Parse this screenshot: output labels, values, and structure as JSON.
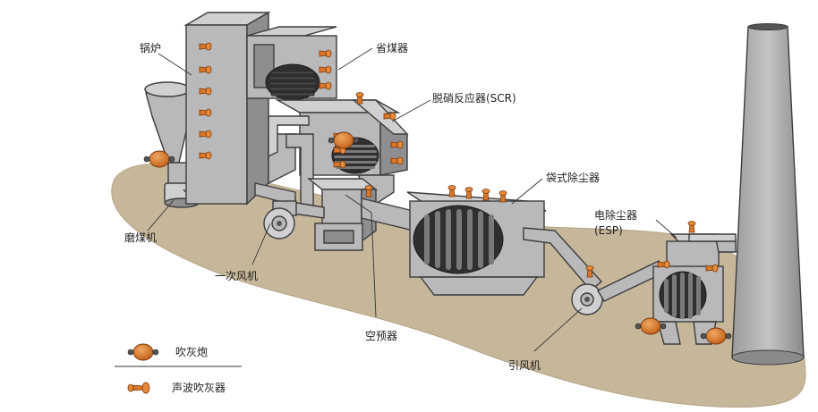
{
  "labels": {
    "boiler": "锅炉",
    "economizer": "省煤器",
    "scr": "脱硝反应器(SCR)",
    "baghouse": "袋式除尘器",
    "esp_line1": "电除尘器",
    "esp_line2": "(ESP)",
    "coal_mill": "磨煤机",
    "primary_fan": "一次风机",
    "air_preheater": "空预器",
    "id_fan": "引风机"
  },
  "legend": {
    "blower_cannon": "吹灰炮",
    "sonic_horn": "声波吹灰器"
  },
  "colors": {
    "ground": "#c7b79a",
    "steel": "#b9b9bb",
    "outline": "#3c3c3e",
    "device_orange": "#d9772a",
    "coil": "#4a4a4d"
  },
  "icons": {
    "blower_cannon": "blower-cannon-icon",
    "sonic_horn": "sonic-horn-icon"
  }
}
